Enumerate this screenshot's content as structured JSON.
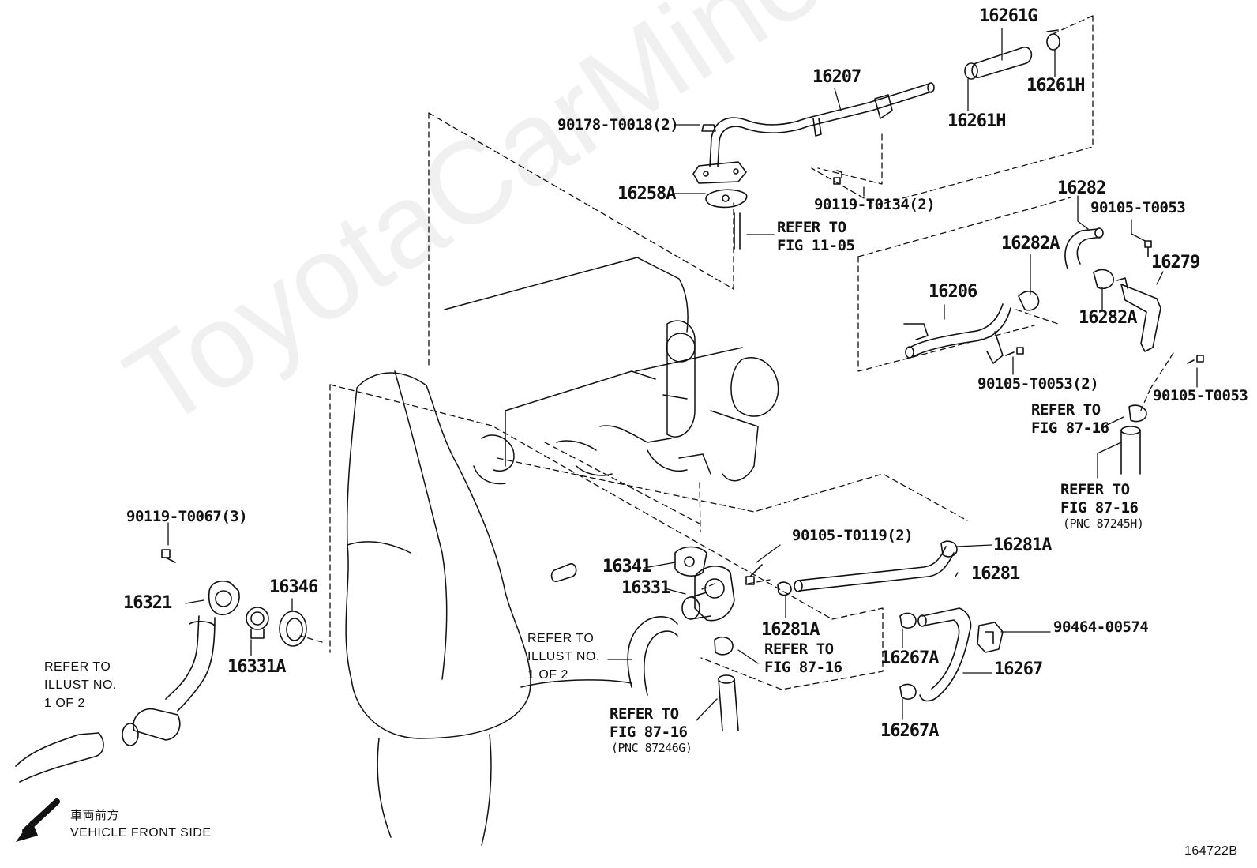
{
  "diagram_id": "164722B",
  "watermark": "ToyotaCarMine.ru",
  "front_side": {
    "jp": "車両前方",
    "en": "VEHICLE FRONT SIDE"
  },
  "parts": {
    "p16261G": "16261G",
    "p16207": "16207",
    "p16261H_top": "16261H",
    "p16261H_mid": "16261H",
    "p90178": "90178-T0018(2)",
    "p16258A": "16258A",
    "p90119_T0134": "90119-T0134(2)",
    "p16282": "16282",
    "p90105_T0053_top": "90105-T0053",
    "p16282A_top": "16282A",
    "p16279": "16279",
    "p16206": "16206",
    "p16282A_mid": "16282A",
    "p90105_T0053_2": "90105-T0053(2)",
    "p90105_T0053_right": "90105-T0053",
    "p90119_T0067": "90119-T0067(3)",
    "p16321": "16321",
    "p16346": "16346",
    "p16331A": "16331A",
    "p16341": "16341",
    "p16331": "16331",
    "p90105_T0119": "90105-T0119(2)",
    "p16281A_top": "16281A",
    "p16281": "16281",
    "p16281A_bot": "16281A",
    "p90464": "90464-00574",
    "p16267A_top": "16267A",
    "p16267": "16267",
    "p16267A_bot": "16267A"
  },
  "refs": {
    "fig_11_05": "REFER TO\nFIG 11-05",
    "fig_87_16_a": "REFER TO\nFIG 87-16",
    "fig_87_16_b": "REFER TO\nFIG 87-16",
    "pnc_87245H": "(PNC 87245H)",
    "fig_87_16_c": "REFER TO\nFIG 87-16",
    "fig_87_16_d": "REFER TO\nFIG 87-16",
    "pnc_87246G": "(PNC 87246G)",
    "illust_right": "REFER TO\nILLUST NO.\n1 OF 2",
    "illust_left": "REFER TO\nILLUST NO.\n1 OF 2"
  }
}
